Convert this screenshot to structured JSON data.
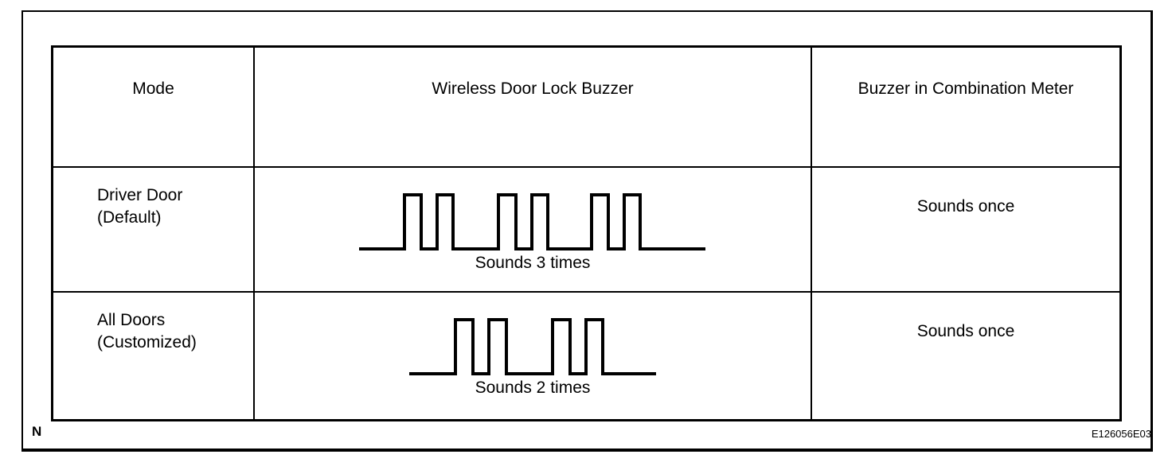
{
  "figure": {
    "note_label": "N",
    "figure_code": "E126056E03"
  },
  "table": {
    "headers": [
      "Mode",
      "Wireless Door Lock Buzzer",
      "Buzzer in Combination Meter"
    ],
    "rows": [
      {
        "mode": "Driver Door\n(Default)",
        "wireless_buzzer": {
          "caption": "Sounds 3 times",
          "pulse_groups": 3,
          "pulses_per_group": 2,
          "signal_type": "square-pulse-train"
        },
        "combination_meter": "Sounds once"
      },
      {
        "mode": "All Doors\n(Customized)",
        "wireless_buzzer": {
          "caption": "Sounds 2 times",
          "pulse_groups": 2,
          "pulses_per_group": 2,
          "signal_type": "square-pulse-train"
        },
        "combination_meter": "Sounds once"
      }
    ]
  },
  "colors": {
    "foreground": "#000000",
    "background": "#ffffff"
  }
}
